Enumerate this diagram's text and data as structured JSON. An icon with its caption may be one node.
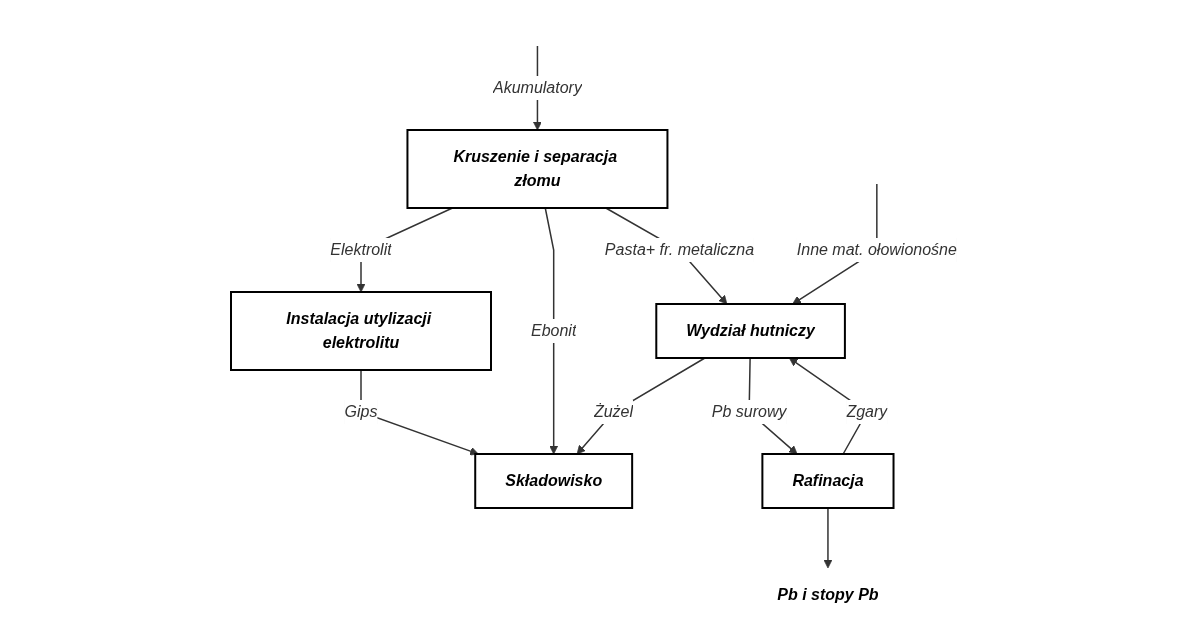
{
  "diagram": {
    "nodes": [
      {
        "text": [
          "Kruszenie i separacja złomu"
        ]
      },
      {
        "text": [
          "Instalacja utylizacji elektrolitu"
        ]
      },
      {
        "text": [
          "Wydział hutniczy"
        ]
      },
      {
        "text": [
          "Rafinacja"
        ]
      },
      {
        "text": [
          "Składowisko"
        ]
      },
      {
        "text": [
          "Pb i stopy Pb"
        ]
      }
    ],
    "edges": [
      {
        "from": null,
        "to": 0,
        "arrow": "to",
        "label": "Akumulatory"
      },
      {
        "from": 0,
        "to": 1,
        "arrow": "to",
        "label": "Elektrolit"
      },
      {
        "from": 0,
        "to": 4,
        "arrow": "to",
        "label": "Ebonit"
      },
      {
        "from": 0,
        "to": 2,
        "arrow": "to",
        "label": "Pasta+ fr. metaliczna"
      },
      {
        "from": null,
        "to": 2,
        "arrow": "to",
        "label": "Inne mat. ołowionośne"
      },
      {
        "from": 2,
        "to": 4,
        "arrow": "to",
        "label": "Żużel"
      },
      {
        "from": 2,
        "to": 3,
        "arrow": "to",
        "label": "Pb surowy"
      },
      {
        "from": 3,
        "to": 2,
        "arrow": "to",
        "label": "Zgary"
      },
      {
        "from": 1,
        "to": 4,
        "arrow": "to",
        "label": "Gips"
      },
      {
        "from": 3,
        "to": 5,
        "arrow": "to"
      }
    ]
  }
}
